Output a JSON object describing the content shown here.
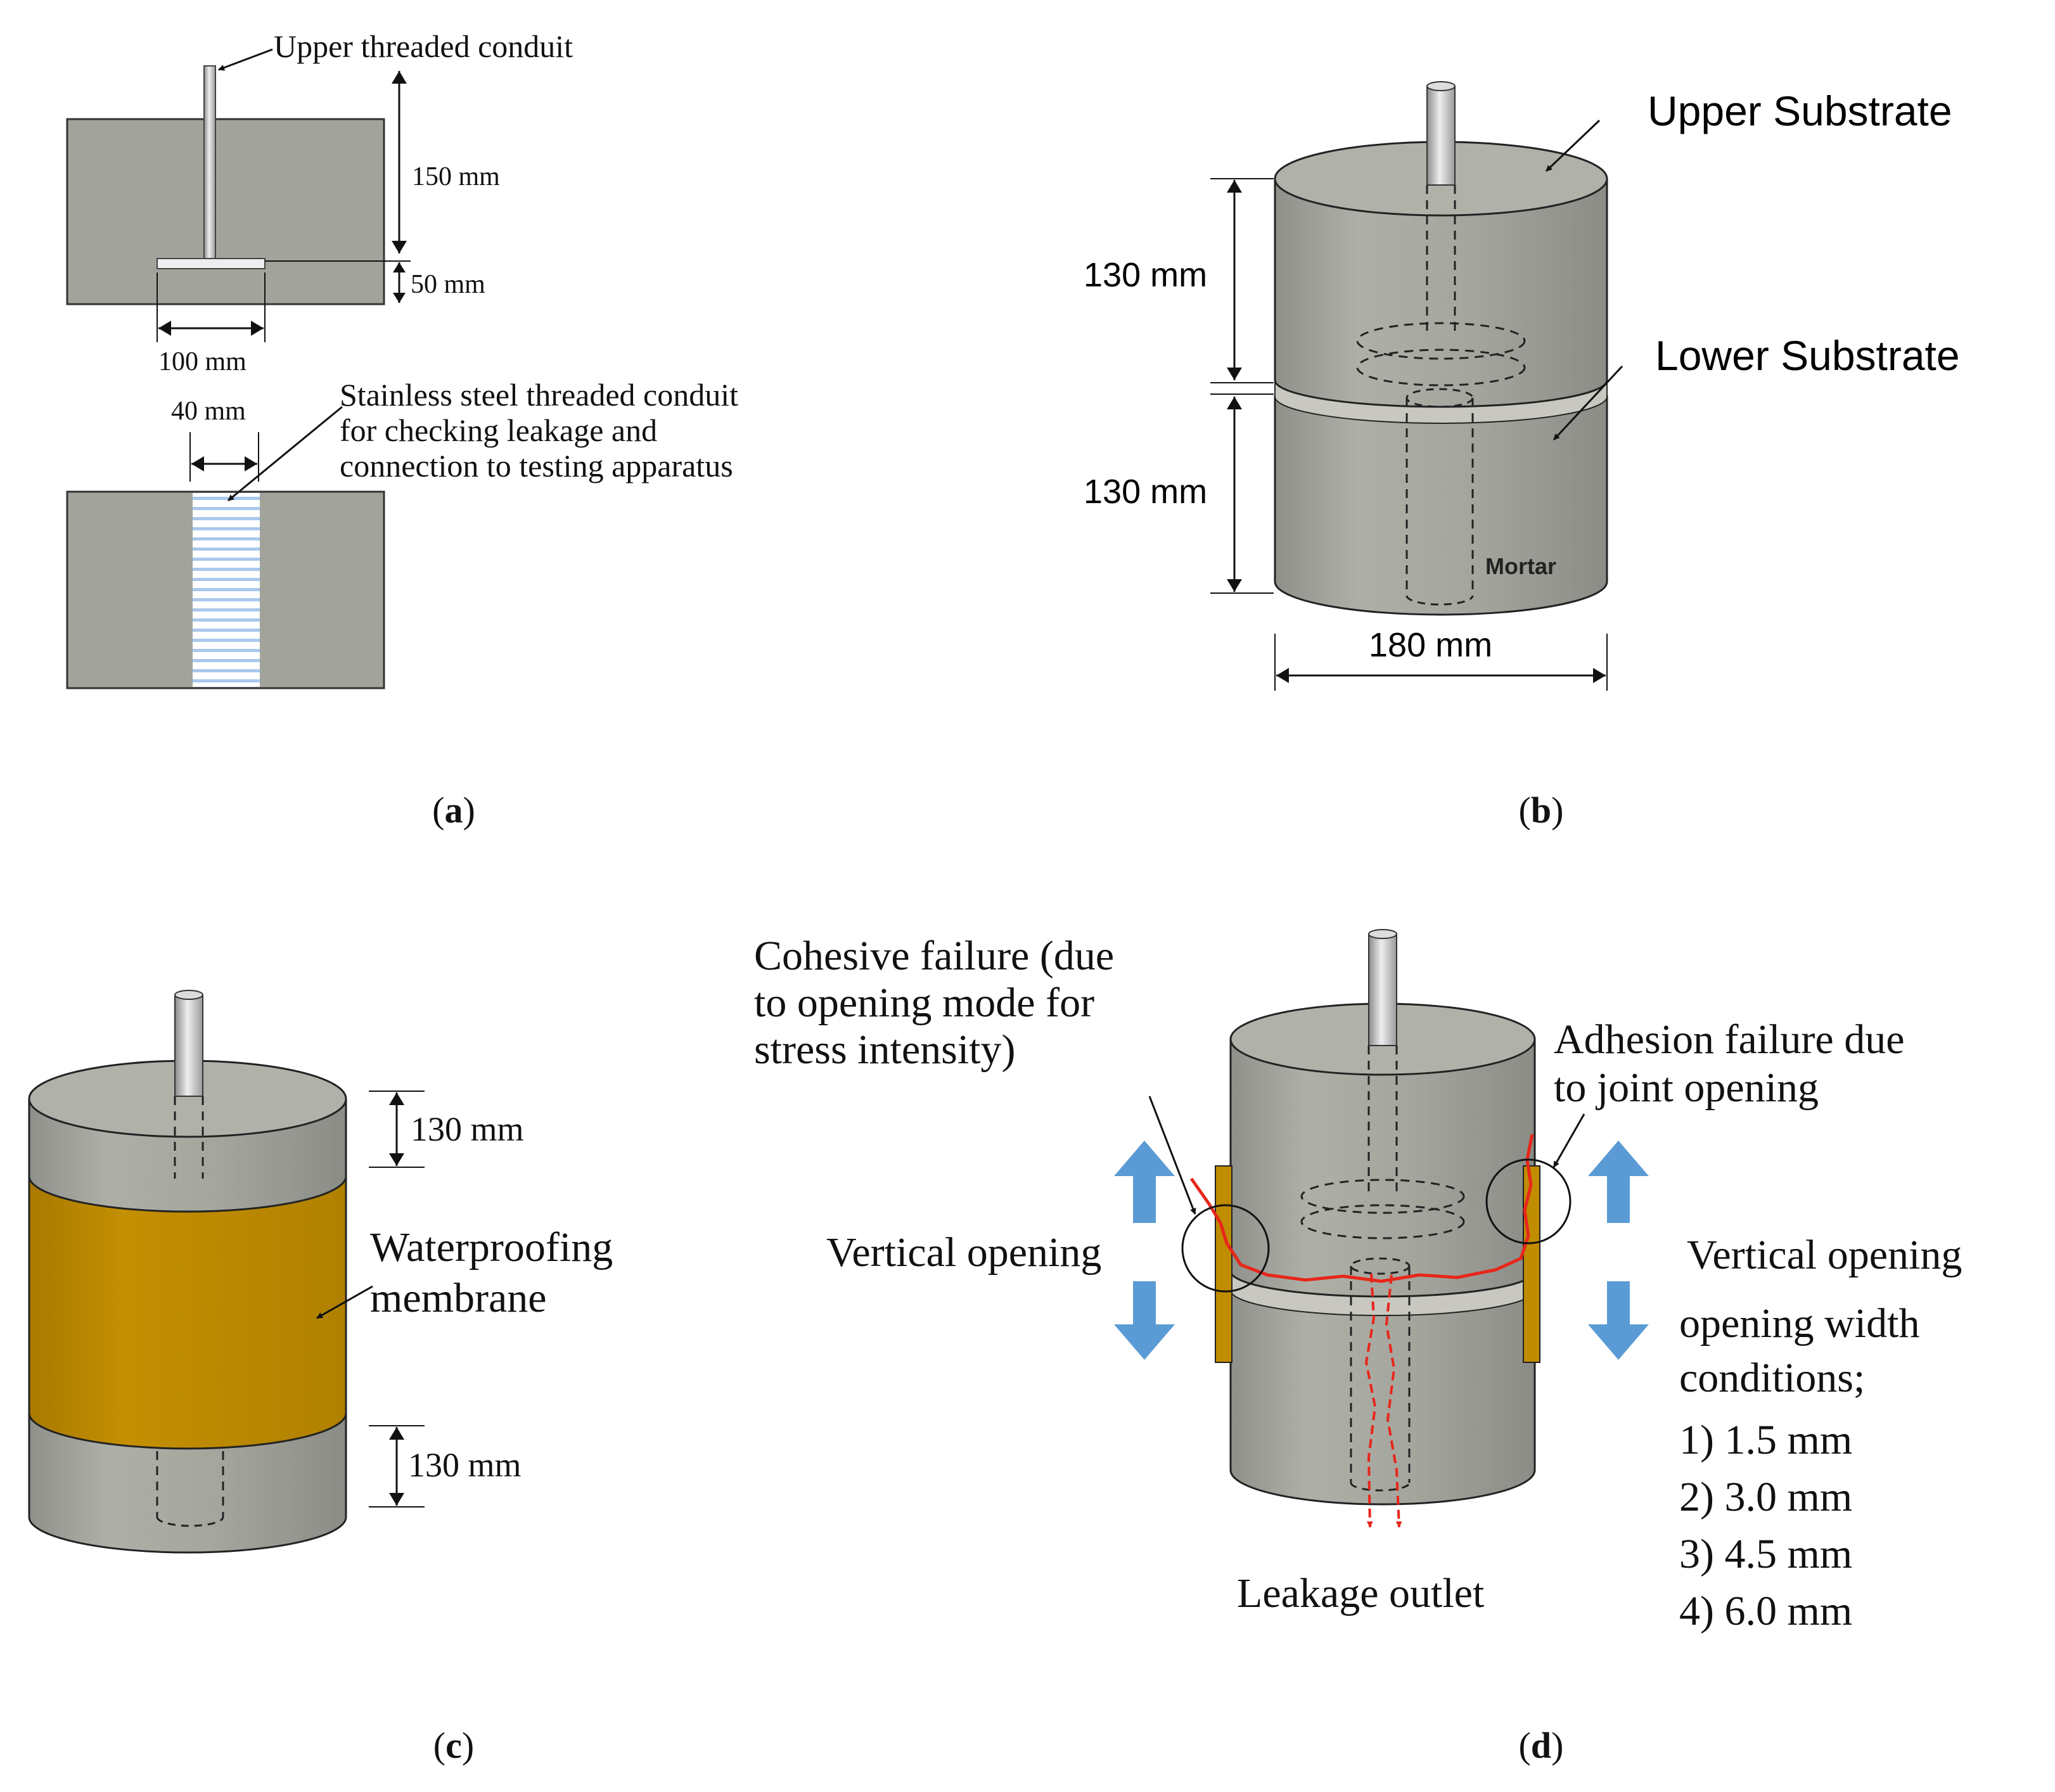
{
  "panel_a": {
    "upper_conduit_label": "Upper threaded conduit",
    "dim_150": "150 mm",
    "dim_50": "50 mm",
    "dim_100": "100 mm",
    "dim_40": "40 mm",
    "steel_conduit_line1": "Stainless steel threaded conduit",
    "steel_conduit_line2": "for checking leakage and",
    "steel_conduit_line3": "connection to testing apparatus",
    "caption": "a"
  },
  "panel_b": {
    "upper_substrate": "Upper Substrate",
    "lower_substrate": "Lower Substrate",
    "dim_upper": "130 mm",
    "dim_lower": "130 mm",
    "dim_diameter": "180 mm",
    "mortar": "Mortar",
    "caption": "b"
  },
  "panel_c": {
    "dim_top": "130 mm",
    "dim_bottom": "130 mm",
    "membrane_line1": "Waterproofing",
    "membrane_line2": "membrane",
    "caption": "c"
  },
  "panel_d": {
    "cohesive_line1": "Cohesive failure (due",
    "cohesive_line2": "to opening mode for",
    "cohesive_line3": "stress intensity)",
    "adhesion_line1": "Adhesion failure due",
    "adhesion_line2": "to joint opening",
    "vertical_opening_left": "Vertical opening",
    "vertical_opening_right": "Vertical opening",
    "conditions_line1": "opening width",
    "conditions_line2": "conditions;",
    "conditions": [
      "1) 1.5 mm",
      "2) 3.0 mm",
      "3) 4.5 mm",
      "4) 6.0 mm"
    ],
    "leakage_outlet": "Leakage outlet",
    "caption": "d"
  },
  "colors": {
    "concrete": "#a2a49c",
    "membrane": "#c08c00",
    "arrow_blue": "#5b9bd5",
    "crack_red": "#e8261a"
  }
}
